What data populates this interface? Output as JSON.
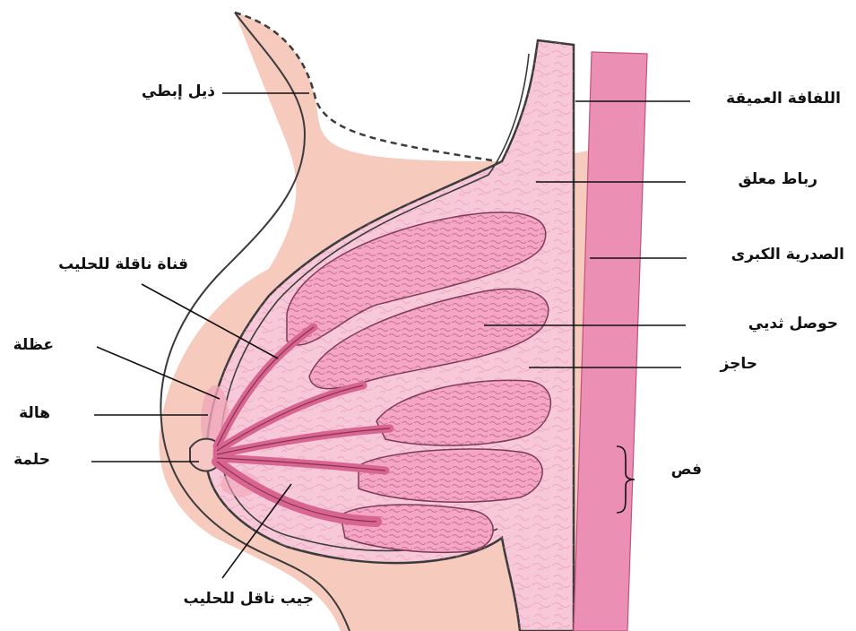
{
  "colors": {
    "skin": "#f6cabd",
    "skin_outline": "#3b3b3b",
    "tissue": "#f7c9d8",
    "tissue_texture": "#e58cb3",
    "muscle": "#eb8fb5",
    "lobule_fill": "#f4a6c4",
    "lobule_edge": "#7a3b58",
    "duct": "#d7658f",
    "leader_line": "#111111",
    "label_text": "#111111"
  },
  "labels": {
    "axillary_tail": "ذيل إبطي",
    "deep_fascia": "اللفافة العميقة",
    "suspensory_ligament": "رباط معلق",
    "pectoralis_major": "الصدرية الكبرى",
    "lactiferous_duct": "قناة ناقلة للحليب",
    "alveolar_lobule": "حوصل ثديي",
    "septum": "حاجز",
    "muscle_fiber": "عظلة",
    "areola": "هالة",
    "nipple": "حلمة",
    "lobe": "فص",
    "lactiferous_sinus": "جيب ناقل للحليب"
  }
}
